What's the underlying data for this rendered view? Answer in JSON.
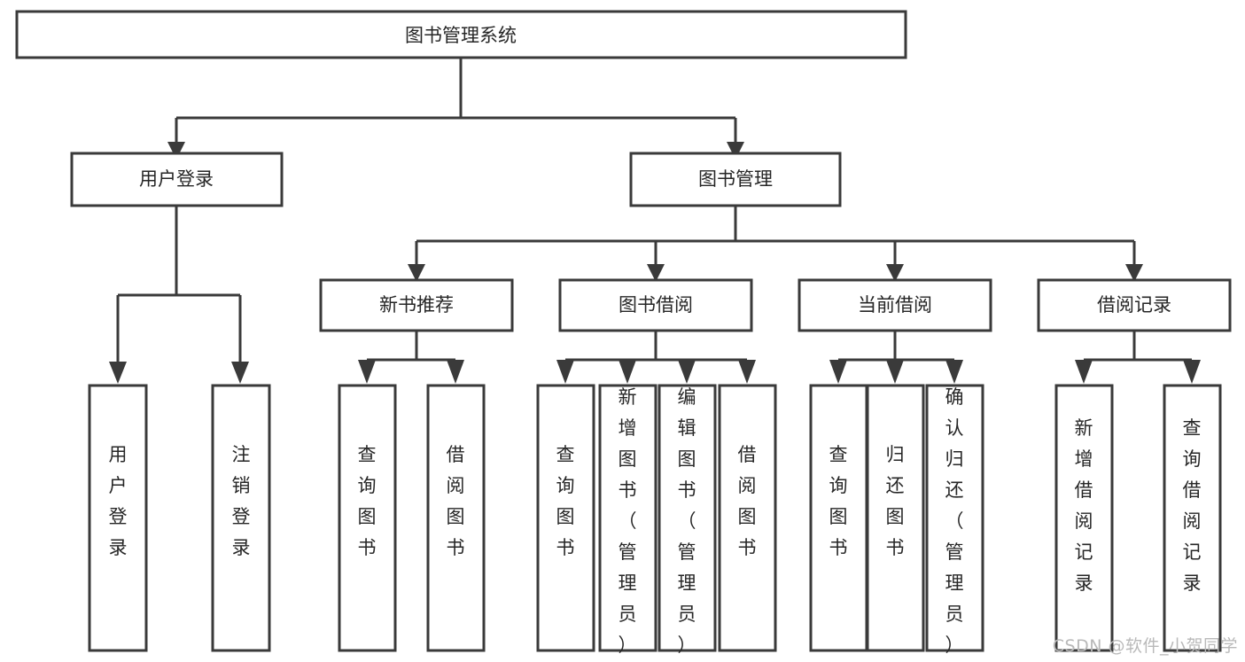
{
  "diagram": {
    "title": "图书管理系统",
    "type": "tree-hierarchy-chart",
    "root": {
      "id": "root",
      "label": "图书管理系统",
      "orientation": "horizontal"
    },
    "level1": [
      {
        "id": "user-login",
        "label": "用户登录",
        "orientation": "horizontal"
      },
      {
        "id": "book-management",
        "label": "图书管理",
        "orientation": "horizontal"
      }
    ],
    "level2": [
      {
        "id": "new-book-recommend",
        "label": "新书推荐",
        "orientation": "horizontal",
        "parent": "book-management"
      },
      {
        "id": "book-borrow",
        "label": "图书借阅",
        "orientation": "horizontal",
        "parent": "book-management"
      },
      {
        "id": "current-borrow",
        "label": "当前借阅",
        "orientation": "horizontal",
        "parent": "book-management"
      },
      {
        "id": "borrow-record",
        "label": "借阅记录",
        "orientation": "horizontal",
        "parent": "book-management"
      }
    ],
    "leaves": [
      {
        "id": "leaf-user-login",
        "label": "用户登录",
        "parent": "user-login",
        "orientation": "vertical"
      },
      {
        "id": "leaf-user-logout",
        "label": "注销登录",
        "parent": "user-login",
        "orientation": "vertical"
      },
      {
        "id": "leaf-query-book-1",
        "label": "查询图书",
        "parent": "new-book-recommend",
        "orientation": "vertical"
      },
      {
        "id": "leaf-borrow-book-1",
        "label": "借阅图书",
        "parent": "new-book-recommend",
        "orientation": "vertical"
      },
      {
        "id": "leaf-query-book-2",
        "label": "查询图书",
        "parent": "book-borrow",
        "orientation": "vertical"
      },
      {
        "id": "leaf-add-book",
        "label": "新增图书（管理员）",
        "parent": "book-borrow",
        "orientation": "vertical"
      },
      {
        "id": "leaf-edit-book",
        "label": "编辑图书（管理员）",
        "parent": "book-borrow",
        "orientation": "vertical"
      },
      {
        "id": "leaf-borrow-book-2",
        "label": "借阅图书",
        "parent": "book-borrow",
        "orientation": "vertical"
      },
      {
        "id": "leaf-query-book-3",
        "label": "查询图书",
        "parent": "current-borrow",
        "orientation": "vertical"
      },
      {
        "id": "leaf-return-book",
        "label": "归还图书",
        "parent": "current-borrow",
        "orientation": "vertical"
      },
      {
        "id": "leaf-confirm-return",
        "label": "确认归还（管理员）",
        "parent": "current-borrow",
        "orientation": "vertical"
      },
      {
        "id": "leaf-add-record",
        "label": "新增借阅记录",
        "parent": "borrow-record",
        "orientation": "vertical"
      },
      {
        "id": "leaf-query-record",
        "label": "查询借阅记录",
        "parent": "borrow-record",
        "orientation": "vertical"
      }
    ]
  },
  "watermark": {
    "text": "CSDN @软件_小贺同学"
  },
  "colors": {
    "stroke": "#3a3a3a",
    "fill": "#ffffff",
    "text": "#262626",
    "watermark": "#b9b9b9",
    "background": "#ffffff"
  }
}
